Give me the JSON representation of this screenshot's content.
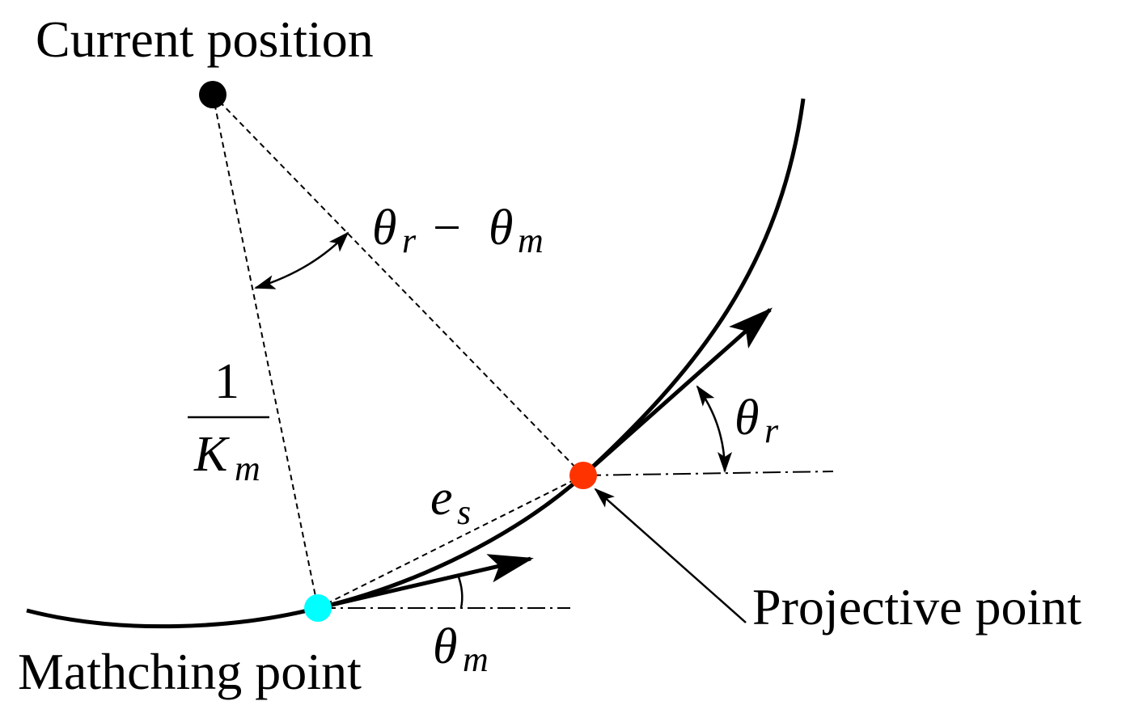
{
  "labels": {
    "current_position": "Current position",
    "matching_point": "Mathching point",
    "projective_point": "Projective point"
  },
  "math": {
    "theta": "θ",
    "sub_r": "r",
    "sub_m": "m",
    "minus": "−",
    "e": "e",
    "sub_s": "s",
    "one": "1",
    "K": "K"
  },
  "colors": {
    "current_point": "#000000",
    "matching_point": "#00ffff",
    "projective_point": "#ff3300",
    "line": "#000000"
  }
}
